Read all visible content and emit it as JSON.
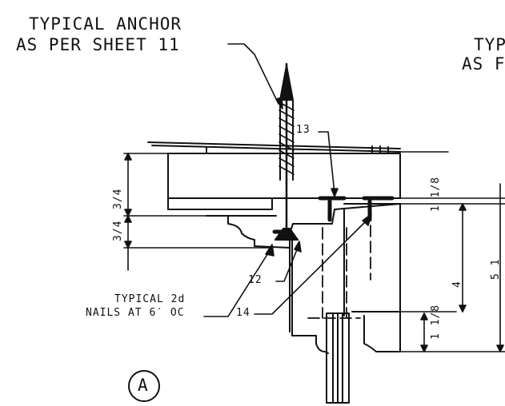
{
  "notes": {
    "anchor_line1": "TYPICAL ANCHOR",
    "anchor_line2": "AS PER SHEET 11",
    "right_line1": "TYP",
    "right_line2": "AS F",
    "nails_line1": "TYPICAL 2d",
    "nails_line2": "NAILS AT 6′ OC"
  },
  "callouts": {
    "c12": "12",
    "c13": "13",
    "c14": "14"
  },
  "detail": {
    "letter": "A"
  },
  "dimensions": {
    "top_left": "3/4",
    "lower_left": "3/4",
    "right_top": "1 1/8",
    "right_mid": "4",
    "right_full": "5 1",
    "right_bottom": "1 1/8"
  }
}
